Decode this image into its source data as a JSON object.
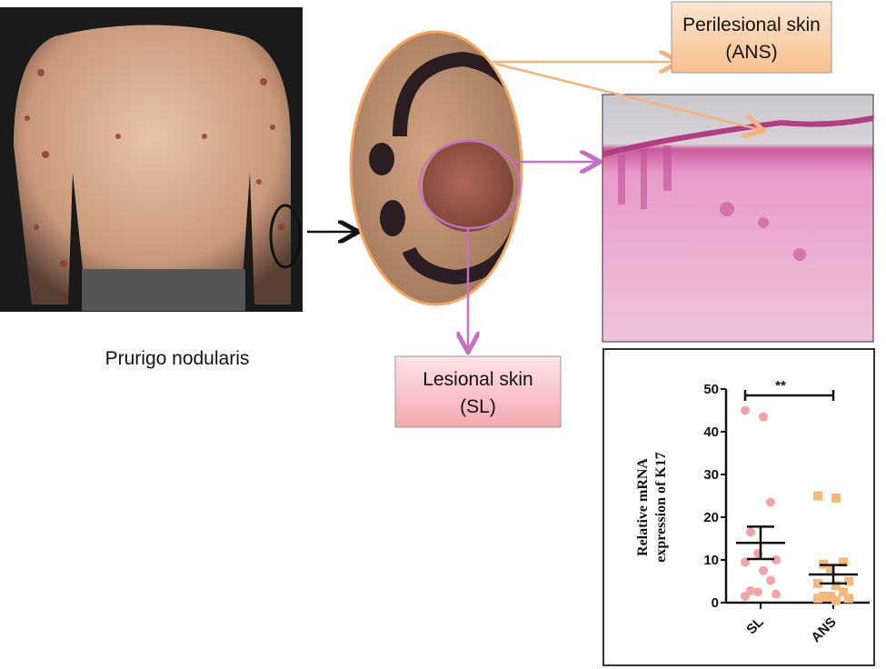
{
  "labels": {
    "condition": "Prurigo nodularis",
    "perilesional_line1": "Perilesional skin",
    "perilesional_line2": "(ANS)",
    "lesional_line1": "Lesional skin",
    "lesional_line2": "(SL)"
  },
  "colors": {
    "perilesional_arrow": "#f5b27a",
    "lesional_arrow": "#c76fc0",
    "sl_points": "#f4a3a8",
    "ans_points": "#f5b77a"
  },
  "chart_data": {
    "type": "scatter",
    "title": "",
    "ylabel_line1": "Relative mRNA",
    "ylabel_line2": "expression of K17",
    "categories": [
      "SL",
      "ANS"
    ],
    "ylim": [
      0,
      50
    ],
    "yticks": [
      "0",
      "10",
      "20",
      "30",
      "40",
      "50"
    ],
    "significance": "**",
    "series": [
      {
        "name": "SL",
        "marker": "circle",
        "values": [
          45,
          43.5,
          23.5,
          16.5,
          11.5,
          10,
          9.5,
          7.5,
          5.2,
          2.8,
          2.5,
          2,
          1.5
        ],
        "mean": 14,
        "sem_low": 10.2,
        "sem_high": 17.8
      },
      {
        "name": "ANS",
        "marker": "square",
        "values": [
          25,
          24.5,
          9.5,
          9,
          8,
          5,
          4.5,
          4,
          2.5,
          1.5,
          1.5,
          1,
          1,
          0.5
        ],
        "mean": 6.6,
        "sem_low": 4.5,
        "sem_high": 8.8
      }
    ]
  }
}
